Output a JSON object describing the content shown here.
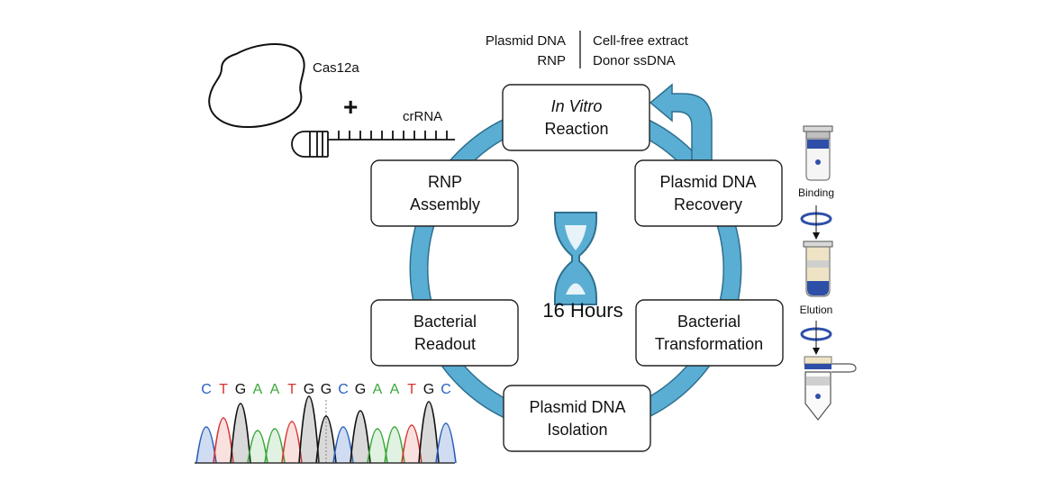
{
  "header": {
    "left_line1": "Plasmid DNA",
    "left_line2": "RNP",
    "right_line1": "Cell-free extract",
    "right_line2": "Donor ssDNA"
  },
  "rnp_components": {
    "protein_label": "Cas12a",
    "plus": "+",
    "guide_label": "crRNA"
  },
  "cycle_steps": {
    "in_vitro": {
      "line1": "In Vitro",
      "line2": "Reaction"
    },
    "recovery": {
      "line1": "Plasmid DNA",
      "line2": "Recovery"
    },
    "transformation": {
      "line1": "Bacterial",
      "line2": "Transformation"
    },
    "isolation": {
      "line1": "Plasmid DNA",
      "line2": "Isolation"
    },
    "readout": {
      "line1": "Bacterial",
      "line2": "Readout"
    },
    "assembly": {
      "line1": "RNP",
      "line2": "Assembly"
    }
  },
  "timer": {
    "label": "16 Hours"
  },
  "purification": {
    "step1": "Binding",
    "step2": "Elution"
  },
  "sequence": {
    "bases": [
      "C",
      "T",
      "G",
      "A",
      "A",
      "T",
      "G",
      "G",
      "C",
      "G",
      "A",
      "A",
      "T",
      "G",
      "C"
    ],
    "colors": {
      "A": "#3aa83a",
      "C": "#2a5fbf",
      "G": "#111111",
      "T": "#d8342f"
    }
  },
  "colors": {
    "cycle_ring": "#5aaed3",
    "cycle_ring_stroke": "#2f6f8f",
    "tube_blue": "#2e4fa8",
    "tube_beige": "#efe3c6"
  }
}
